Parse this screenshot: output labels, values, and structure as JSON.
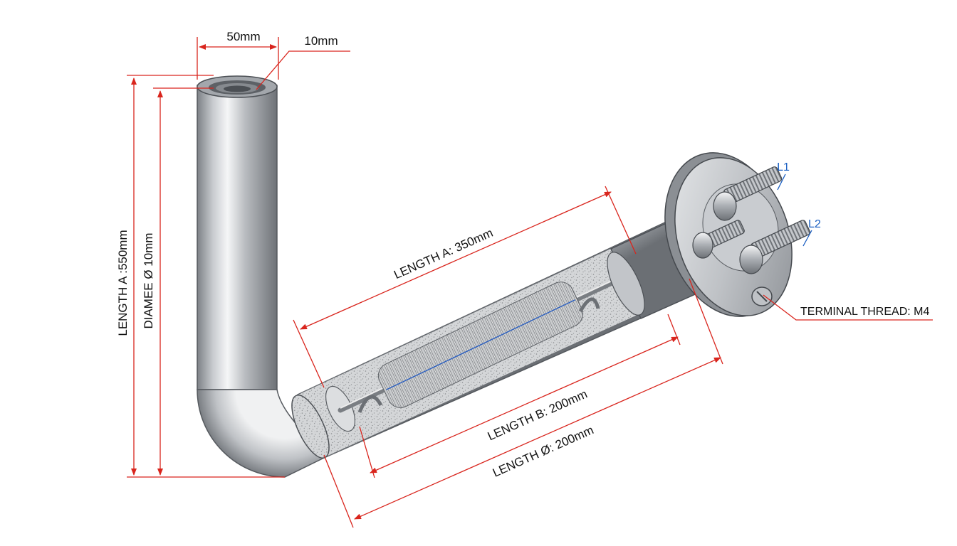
{
  "colors": {
    "dimension_line": "#d9251d",
    "terminal_label": "#1a5fc2",
    "metal": "#c4c7cb",
    "text": "#111111"
  },
  "dimensions": {
    "width_top": "50mm",
    "thread_top": "10mm",
    "vertical_length": "LENGTH A :550mm",
    "vertical_diameter": "DIAMEE Ø 10mm",
    "length_a": "LENGTH A: 350mm",
    "length_b": "LENGTH B: 200mm",
    "length_d": "LENGTH Ø: 200mm"
  },
  "terminals": {
    "l1": "L1",
    "l2": "L2",
    "thread": "TERMINAL THREAD: M4"
  }
}
